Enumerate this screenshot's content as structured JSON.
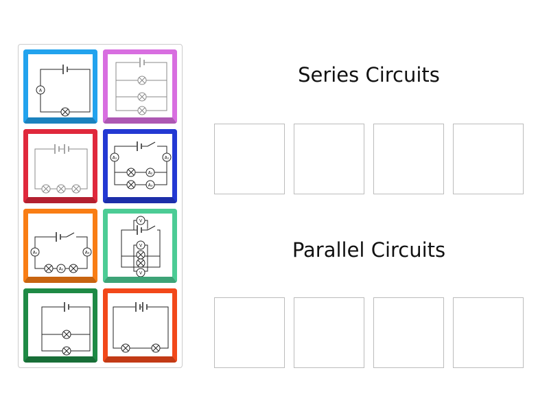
{
  "groups": [
    {
      "title": "Series Circuits",
      "slots": 4
    },
    {
      "title": "Parallel Circuits",
      "slots": 4
    }
  ],
  "tiles": [
    {
      "name": "circuit-ammeter-lamp",
      "color": "#22a3ee"
    },
    {
      "name": "circuit-three-lamps-parallel",
      "color": "#d86ee0"
    },
    {
      "name": "circuit-three-lamps-series",
      "color": "#e0283c"
    },
    {
      "name": "circuit-parallel-ammeters-switch",
      "color": "#2339d3"
    },
    {
      "name": "circuit-series-ammeters-switch",
      "color": "#f97d14"
    },
    {
      "name": "circuit-voltmeters-parallel",
      "color": "#4ccc95"
    },
    {
      "name": "circuit-two-lamps-parallel",
      "color": "#1e8a45"
    },
    {
      "name": "circuit-two-lamps-series",
      "color": "#f2481a"
    }
  ],
  "labels": {
    "ammeter": "A",
    "a1": "A₁",
    "a2": "A₂",
    "a3": "A₃",
    "v": "V"
  }
}
